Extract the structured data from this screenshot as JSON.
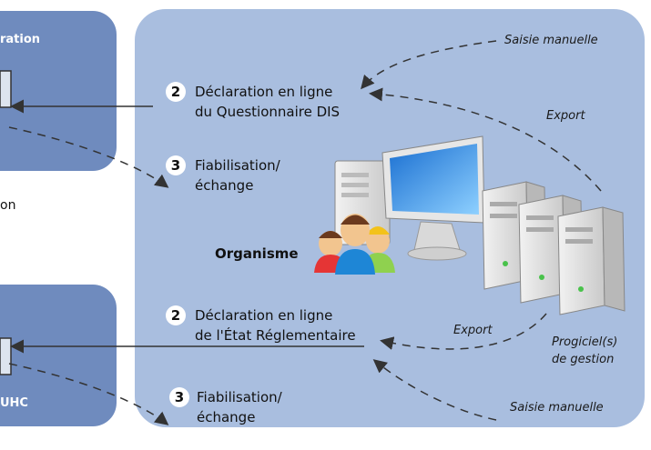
{
  "left_top": {
    "label": "ration"
  },
  "left_middle": {
    "label": "on"
  },
  "left_bottom": {
    "label": "UHC"
  },
  "steps": [
    {
      "num": "2",
      "line1": "Déclaration en ligne",
      "line2": "du Questionnaire DIS"
    },
    {
      "num": "3",
      "line1": "Fiabilisation/",
      "line2": "échange"
    },
    {
      "num": "2",
      "line1": "Déclaration en ligne",
      "line2": "de l'État Réglementaire"
    },
    {
      "num": "3",
      "line1": "Fiabilisation/",
      "line2": "échange"
    }
  ],
  "annotations": {
    "saisie_top": "Saisie manuelle",
    "export_top": "Export",
    "export_bottom": "Export",
    "progiciel_line1": "Progiciel(s)",
    "progiciel_line2": "de gestion",
    "saisie_bottom": "Saisie manuelle"
  },
  "organisme": "Organisme",
  "colors": {
    "panel_dark": "#6f8bbe",
    "panel_light": "#a9bedf",
    "arrow": "#333333"
  }
}
